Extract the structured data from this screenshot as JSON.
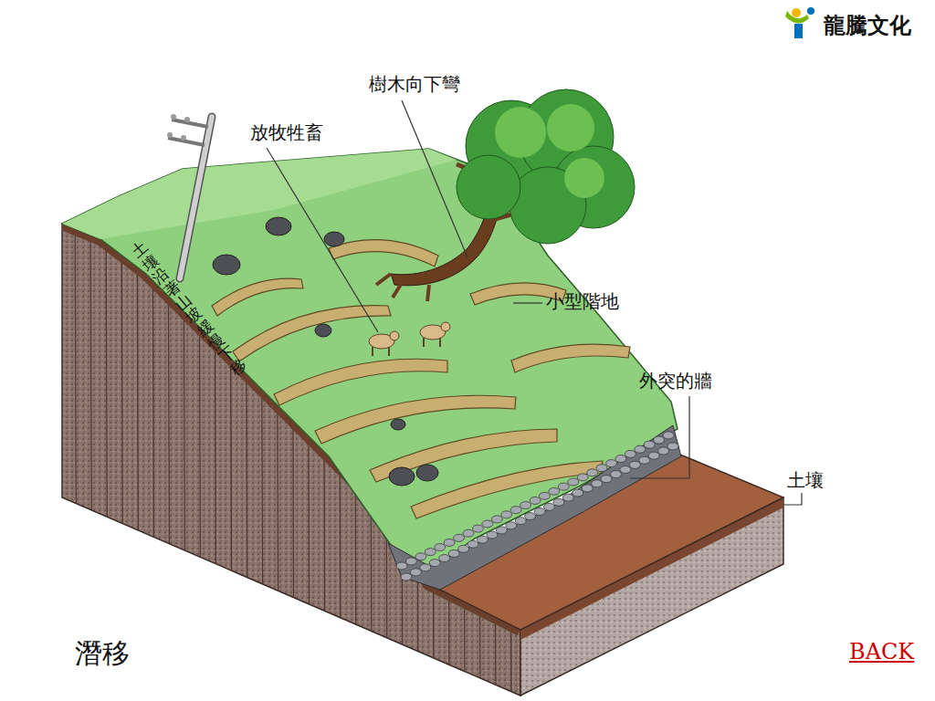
{
  "diagram": {
    "caption": "潛移",
    "labels": [
      "龍騰文化",
      "樹木向下彎",
      "放牧牲畜",
      "小型階地",
      "土壤沿著山坡緩慢下移",
      "外突的牆",
      "土壤",
      "BACK"
    ]
  }
}
